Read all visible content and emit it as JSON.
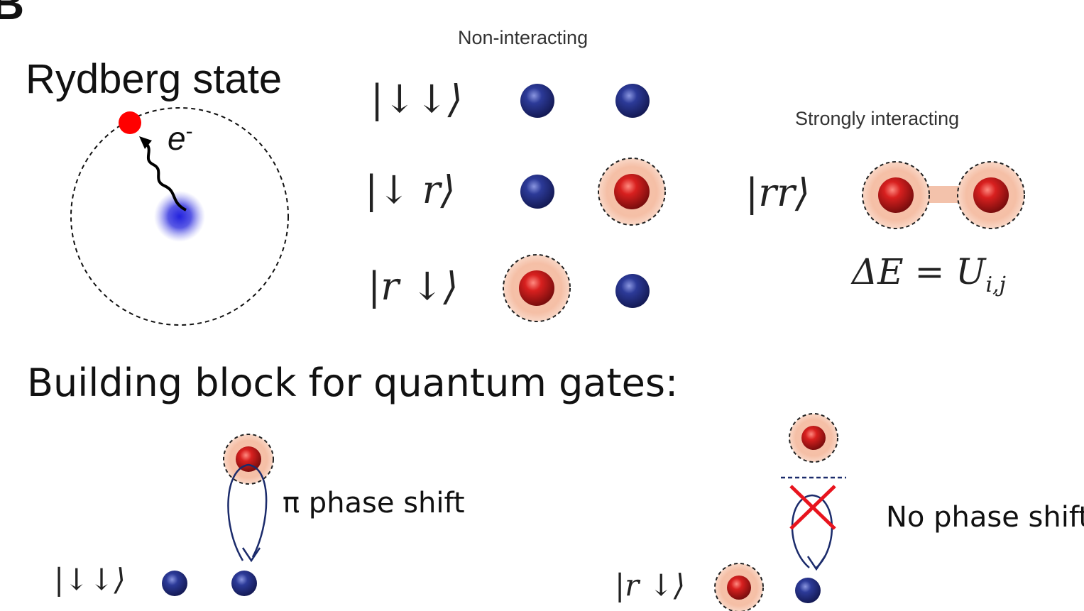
{
  "panel_letter": "B",
  "rydberg": {
    "title": "Rydberg state",
    "electron_label": "e",
    "electron_sup": "-"
  },
  "non_interacting": {
    "label": "Non-interacting",
    "rows": [
      {
        "ket": "|↓↓⟩"
      },
      {
        "ket": "|↓ r⟩"
      },
      {
        "ket": "|r ↓⟩"
      }
    ]
  },
  "strongly_interacting": {
    "label": "Strongly interacting",
    "ket": "|rr⟩",
    "energy": "ΔE = U",
    "energy_sub": "i,j"
  },
  "gates": {
    "heading": "Building block for quantum gates:",
    "left": {
      "ket": "|↓↓⟩",
      "annotation": "π phase shift"
    },
    "right": {
      "ket": "|r ↓⟩",
      "annotation": "No phase shift"
    }
  },
  "colors": {
    "ground_atom": "#1e2a78",
    "rydberg_core": "#d21f1f",
    "rydberg_halo": "#f3b99c",
    "electron": "#ff0000",
    "nucleus_glow": "#2b2bd6",
    "arrow_navy": "#1b2b6b",
    "cross_red": "#e8141e"
  }
}
